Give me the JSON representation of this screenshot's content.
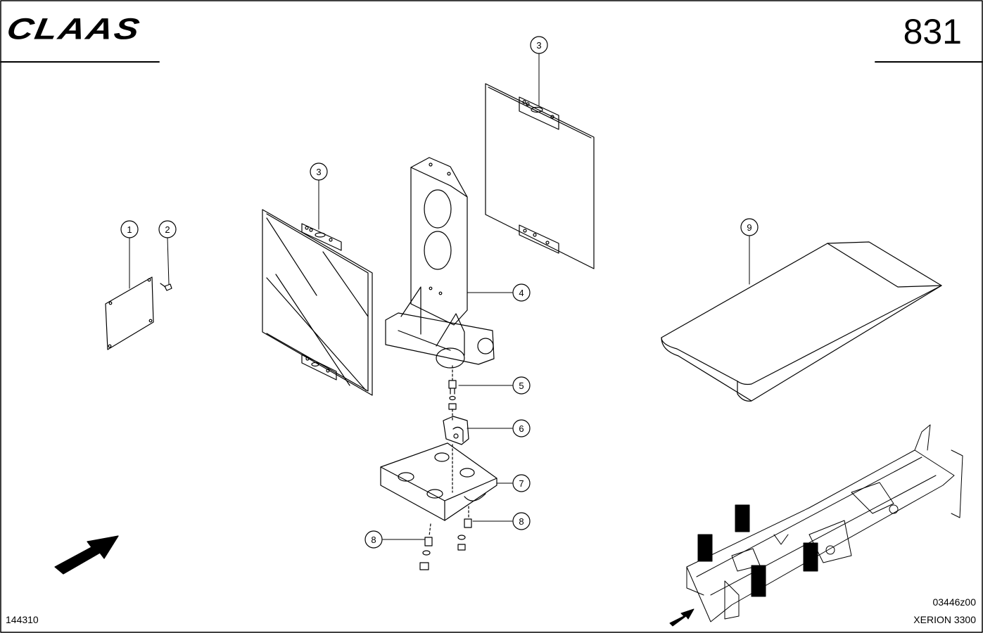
{
  "header": {
    "brand": "CLAAS",
    "page_number": "831"
  },
  "footer": {
    "left_code": "144310",
    "drawing_code": "03446z00",
    "model": "XERION 3300"
  },
  "callouts": [
    "1",
    "2",
    "3",
    "3",
    "4",
    "5",
    "6",
    "7",
    "8",
    "8",
    "9"
  ],
  "colors": {
    "line": "#000000",
    "background": "#ffffff"
  }
}
